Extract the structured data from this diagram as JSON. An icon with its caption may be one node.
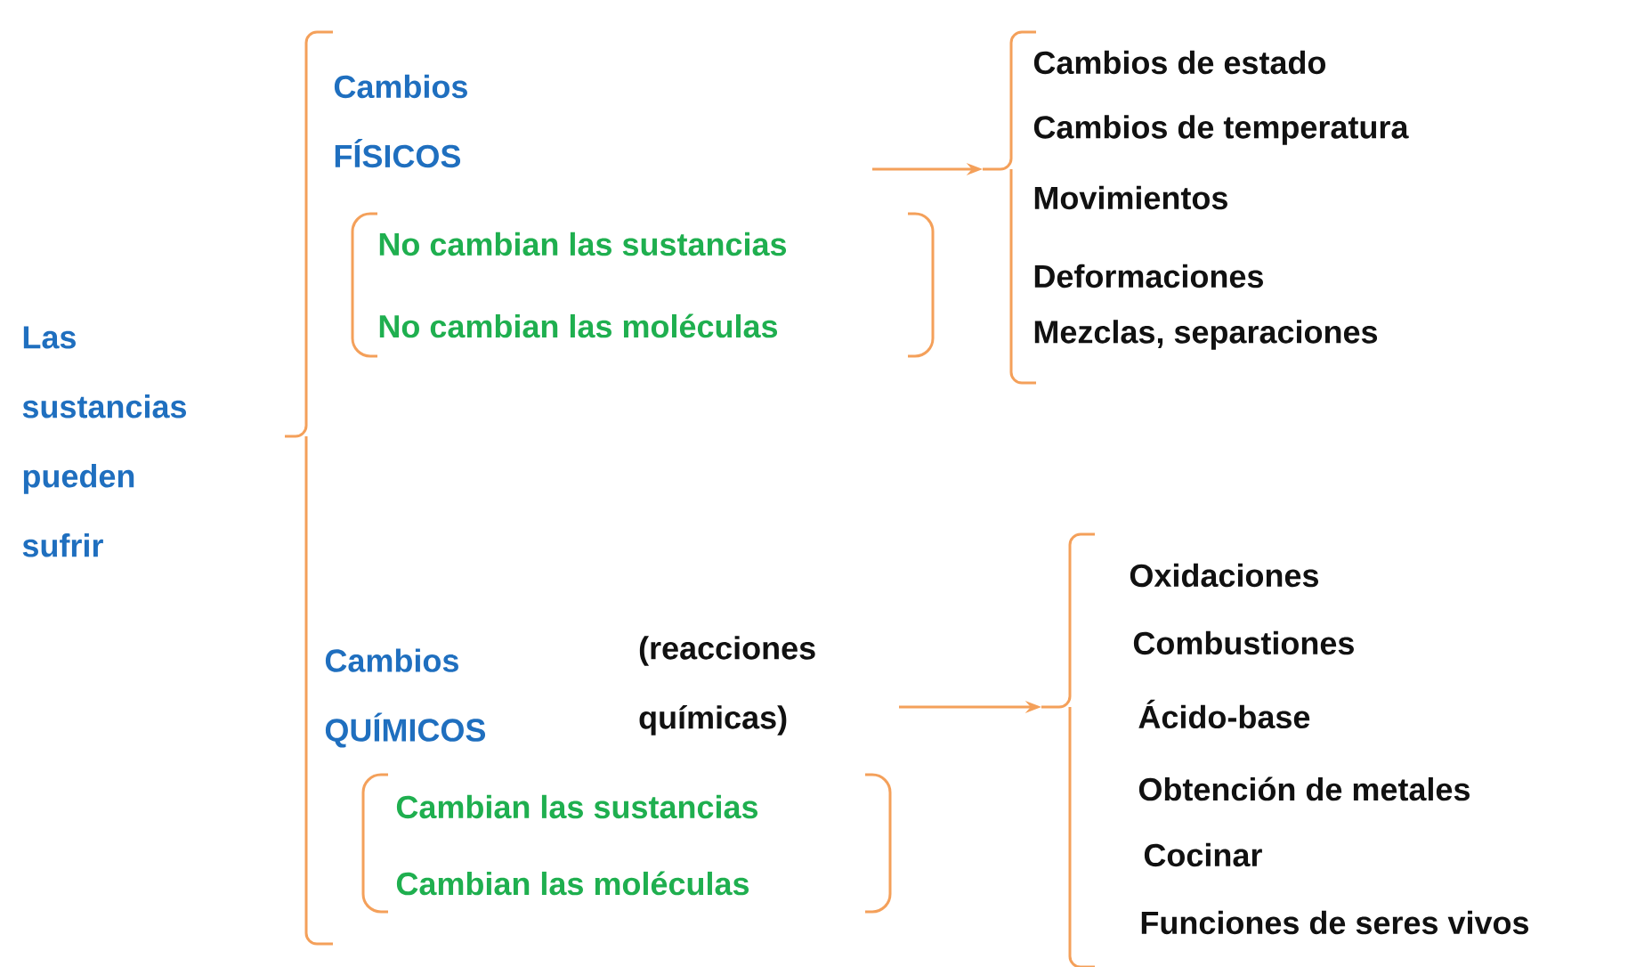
{
  "diagram": {
    "nodes": [
      {
        "text": [
          "Las sustancias pueden sufrir"
        ]
      },
      {
        "text": [
          "Cambios FÍSICOS"
        ]
      },
      {
        "text": [
          "No cambian las sustancias"
        ]
      },
      {
        "text": [
          "No cambian las moléculas"
        ]
      },
      {
        "text": [],
        "shape": "brace"
      },
      {
        "text": [
          "Cambios de estado"
        ]
      },
      {
        "text": [
          "Cambios de temperatura"
        ]
      },
      {
        "text": [
          "Movimientos"
        ]
      },
      {
        "text": [
          "Deformaciones"
        ]
      },
      {
        "text": [
          "Mezclas, separaciones"
        ]
      },
      {
        "text": [
          "Cambios QUÍMICOS"
        ]
      },
      {
        "text": [
          "Cambian las sustancias"
        ]
      },
      {
        "text": [
          "Cambian las moléculas"
        ]
      },
      {
        "text": [],
        "shape": "brace"
      },
      {
        "text": [
          "Oxidaciones"
        ]
      },
      {
        "text": [
          "Combustiones"
        ]
      },
      {
        "text": [
          "Ácido-base"
        ]
      },
      {
        "text": [
          "Obtención de metales"
        ]
      },
      {
        "text": [
          "Cocinar"
        ]
      },
      {
        "text": [
          "Funciones de seres vivos"
        ]
      }
    ],
    "edges": [
      {
        "from": null,
        "to": 4,
        "arrow": "to"
      },
      {
        "from": null,
        "to": 13,
        "arrow": "to"
      }
    ],
    "labels": [
      "(reacciones químicas)"
    ]
  }
}
